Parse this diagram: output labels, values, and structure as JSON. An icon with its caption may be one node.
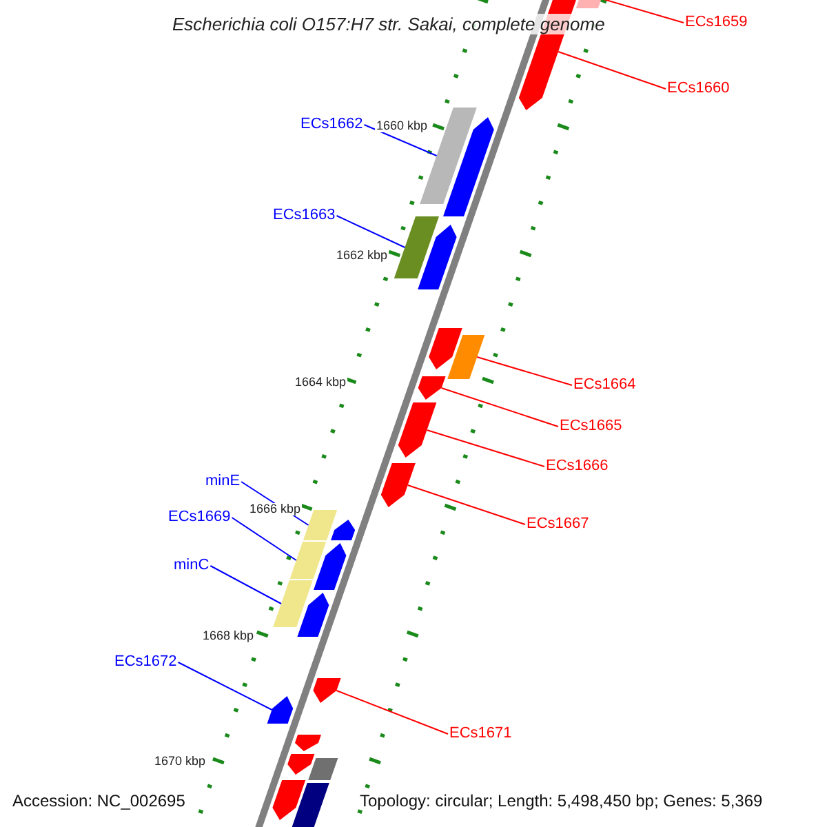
{
  "diagram": {
    "title": "Escherichia coli O157:H7 str. Sakai, complete genome",
    "nodes": [
      {
        "text": [
          "ECs1659"
        ]
      },
      {
        "text": [
          "ECs1660"
        ]
      },
      {
        "text": [
          "ECs1662"
        ]
      },
      {
        "text": [
          "ECs1663"
        ]
      },
      {
        "text": [
          "ECs1664"
        ]
      },
      {
        "text": [
          "ECs1665"
        ]
      },
      {
        "text": [
          "ECs1666"
        ]
      },
      {
        "text": [
          "ECs1667"
        ]
      },
      {
        "text": [
          "minE"
        ]
      },
      {
        "text": [
          "ECs1669"
        ]
      },
      {
        "text": [
          "minC"
        ]
      },
      {
        "text": [
          "ECs1672"
        ]
      },
      {
        "text": [
          "ECs1671"
        ]
      },
      {
        "text": [],
        "shape": "bar"
      },
      {
        "text": [],
        "shape": "bar"
      },
      {
        "text": [],
        "shape": "bar"
      },
      {
        "text": [],
        "shape": "bar"
      },
      {
        "text": [],
        "shape": "bar"
      },
      {
        "text": [],
        "shape": "bar"
      },
      {
        "text": [],
        "shape": "bar"
      },
      {
        "text": [],
        "shape": "bar"
      },
      {
        "text": [],
        "shape": "bar"
      },
      {
        "text": [],
        "shape": "bar"
      },
      {
        "text": [],
        "shape": "bar"
      },
      {
        "text": [],
        "shape": "bar"
      },
      {
        "text": [],
        "shape": "bar"
      },
      {
        "text": [],
        "shape": "bar"
      },
      {
        "text": [],
        "shape": "bar"
      },
      {
        "text": [],
        "shape": "bar"
      },
      {
        "text": [],
        "shape": "bar"
      },
      {
        "text": [],
        "shape": "bar"
      },
      {
        "text": [],
        "shape": "bar"
      },
      {
        "text": [],
        "shape": "bar"
      },
      {
        "text": [],
        "shape": "bar"
      },
      {
        "text": [],
        "shape": "bar"
      },
      {
        "text": [],
        "shape": "bar"
      },
      {
        "text": [],
        "shape": "bar"
      }
    ],
    "edges": [
      {
        "from": 0,
        "to": 13,
        "arrow": "none",
        "color": "#ff0000"
      },
      {
        "from": 1,
        "to": 14,
        "arrow": "none",
        "color": "#ff0000"
      },
      {
        "from": 2,
        "to": 15,
        "arrow": "none",
        "color": "#0000ff"
      },
      {
        "from": 3,
        "to": 16,
        "arrow": "none",
        "color": "#0000ff"
      },
      {
        "from": 4,
        "to": 17,
        "arrow": "none",
        "color": "#ff0000"
      },
      {
        "from": 5,
        "to": 18,
        "arrow": "none",
        "color": "#ff0000"
      },
      {
        "from": 6,
        "to": 19,
        "arrow": "none",
        "color": "#ff0000"
      },
      {
        "from": 7,
        "to": 20,
        "arrow": "none",
        "color": "#ff0000"
      },
      {
        "from": 8,
        "to": 21,
        "arrow": "none",
        "color": "#0000ff"
      },
      {
        "from": 9,
        "to": 22,
        "arrow": "none",
        "color": "#0000ff"
      },
      {
        "from": 10,
        "to": 23,
        "arrow": "none",
        "color": "#0000ff"
      },
      {
        "from": 11,
        "to": 24,
        "arrow": "none",
        "color": "#0000ff"
      },
      {
        "from": 12,
        "to": 25,
        "arrow": "none",
        "color": "#ff0000"
      }
    ],
    "labels": [
      "1660 kbp",
      "1662 kbp",
      "1664 kbp",
      "1666 kbp",
      "1668 kbp",
      "1670 kbp",
      "Accession: NC_002695",
      "Topology: circular; Length: 5,498,450 bp; Genes: 5,369"
    ]
  }
}
